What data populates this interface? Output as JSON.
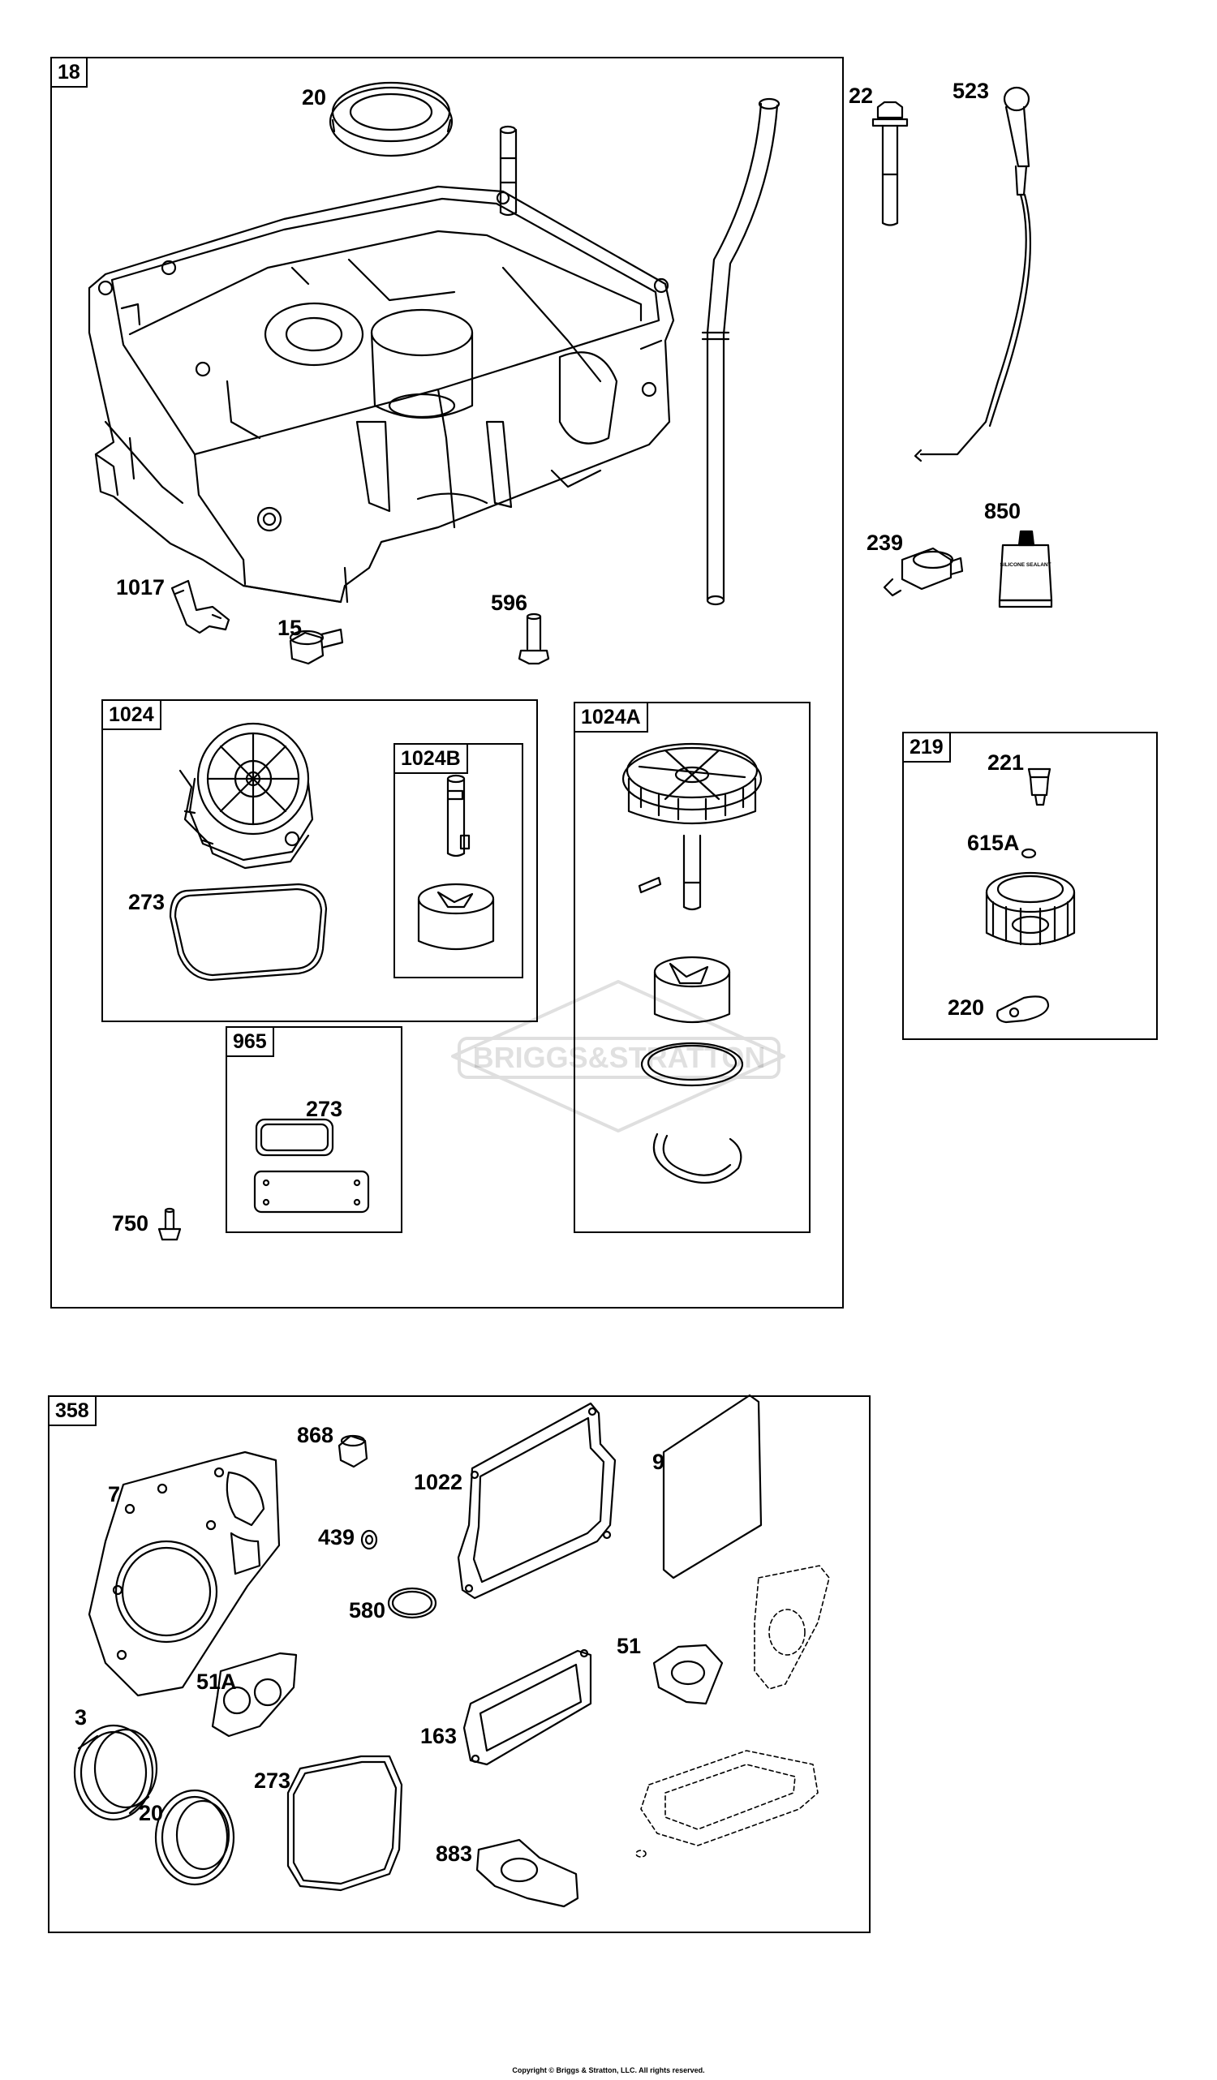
{
  "groups": {
    "g18": "18",
    "g1024": "1024",
    "g1024b": "1024B",
    "g1024a": "1024A",
    "g965": "965",
    "g219": "219",
    "g358": "358"
  },
  "parts": {
    "p20_top": "20",
    "p22": "22",
    "p523": "523",
    "p239": "239",
    "p850": "850",
    "p1017": "1017",
    "p15": "15",
    "p596": "596",
    "p273_a": "273",
    "p273_b": "273",
    "p750": "750",
    "p221": "221",
    "p615a": "615A",
    "p220": "220",
    "p868": "868",
    "p7": "7",
    "p1022": "1022",
    "p9": "9",
    "p439": "439",
    "p580": "580",
    "p51": "51",
    "p51a": "51A",
    "p3": "3",
    "p163": "163",
    "p273_c": "273",
    "p20_bottom": "20",
    "p883": "883"
  },
  "sealant_text": "SILICONE SEALANT",
  "watermark": "BRIGGS&STRATTON",
  "copyright": "Copyright © Briggs & Stratton, LLC. All rights reserved."
}
